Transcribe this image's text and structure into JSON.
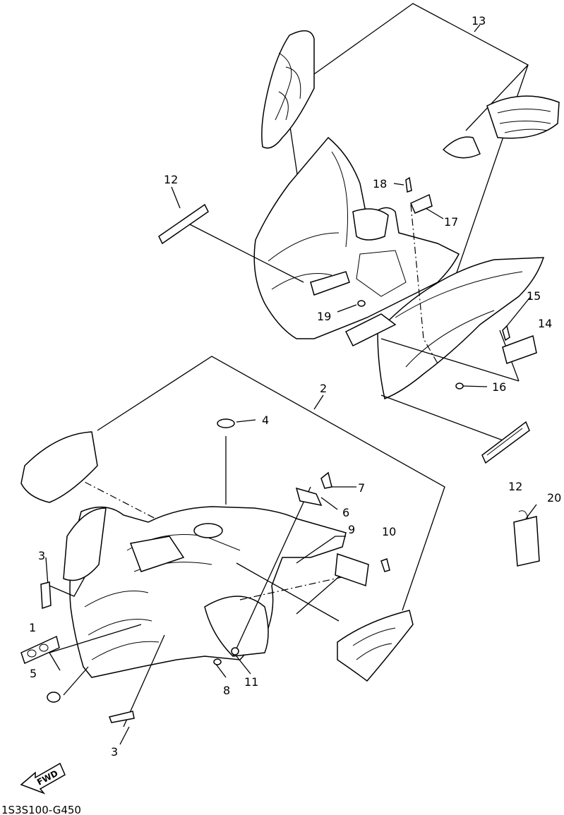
{
  "diagram": {
    "callouts": [
      {
        "id": "c1",
        "text": "1"
      },
      {
        "id": "c2",
        "text": "2"
      },
      {
        "id": "c3a",
        "text": "3"
      },
      {
        "id": "c3b",
        "text": "3"
      },
      {
        "id": "c4",
        "text": "4"
      },
      {
        "id": "c5",
        "text": "5"
      },
      {
        "id": "c6",
        "text": "6"
      },
      {
        "id": "c7",
        "text": "7"
      },
      {
        "id": "c8",
        "text": "8"
      },
      {
        "id": "c9",
        "text": "9"
      },
      {
        "id": "c10",
        "text": "10"
      },
      {
        "id": "c11",
        "text": "11"
      },
      {
        "id": "c12a",
        "text": "12"
      },
      {
        "id": "c12b",
        "text": "12"
      },
      {
        "id": "c13",
        "text": "13"
      },
      {
        "id": "c14",
        "text": "14"
      },
      {
        "id": "c15",
        "text": "15"
      },
      {
        "id": "c16",
        "text": "16"
      },
      {
        "id": "c17",
        "text": "17"
      },
      {
        "id": "c18",
        "text": "18"
      },
      {
        "id": "c19",
        "text": "19"
      },
      {
        "id": "c20",
        "text": "20"
      }
    ],
    "direction_badge": "FWD",
    "drawing_code": "1S3S100-G450",
    "line_color": "#000000",
    "background": "#ffffff"
  }
}
